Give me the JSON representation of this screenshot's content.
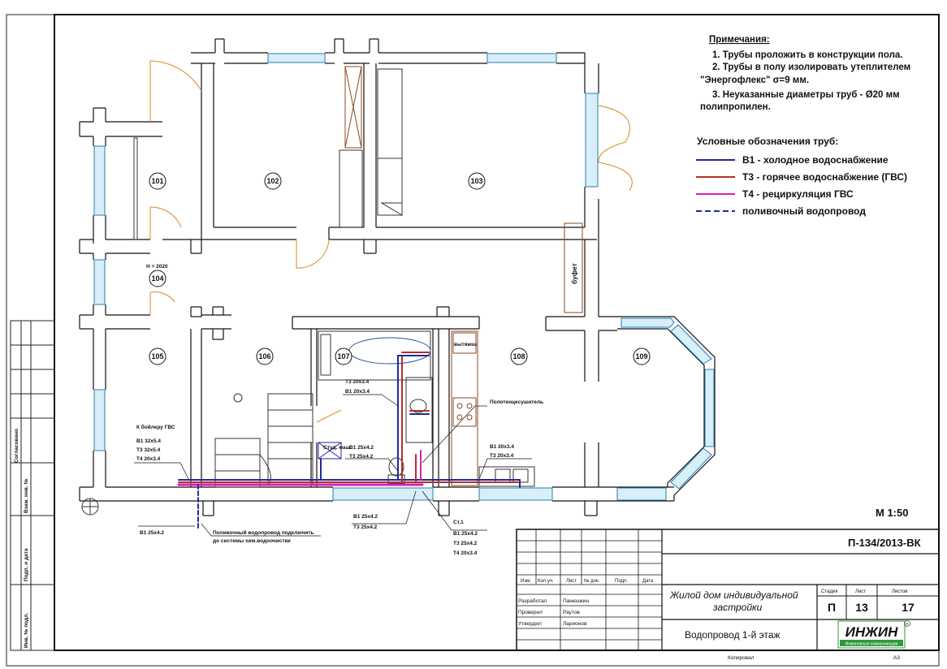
{
  "notes": {
    "title": "Примечания:",
    "lines": [
      "1. Трубы проложить в конструкции пола.",
      "2. Трубы в полу изолировать утеплителем",
      "\"Энергофлекс\" σ=9 мм.",
      "3. Неуказанные диаметры труб - Ø20 мм",
      "полипропилен."
    ]
  },
  "legend": {
    "title": "Условные обозначения  труб:",
    "items": [
      {
        "label": "В1 - холодное водоснабжение",
        "color": "#1f2a9c",
        "style": "solid"
      },
      {
        "label": "Т3 - горячее водоснабжение (ГВС)",
        "color": "#b2302a",
        "style": "solid"
      },
      {
        "label": "Т4 - рециркуляция ГВС",
        "color": "#d81fb4",
        "style": "solid"
      },
      {
        "label": "поливочный водопровод",
        "color": "#1f2a9c",
        "style": "dashed"
      }
    ]
  },
  "rooms": [
    "101",
    "102",
    "103",
    "104",
    "105",
    "106",
    "107",
    "108",
    "109"
  ],
  "plan_labels": {
    "h_mark": "H = 2020",
    "buffet": "буфет",
    "boiler": "К бойлеру ГВС",
    "boiler_pipes": [
      "В1 32х5.4",
      "Т3 32х5.4",
      "Т4 20х3.4"
    ],
    "bath_pipes": [
      "Т3 20х3.4",
      "В1 20х3.4"
    ],
    "wc_pipes": [
      "В1 25х4.2",
      "Т3 25х4.2"
    ],
    "towel": "Полотенцесушитель",
    "kitchen_pipes": [
      "В1 20х3.4",
      "Т3 20х3.4"
    ],
    "lower_pipes": [
      "В1 25х4.2",
      "Т3 25х4.2"
    ],
    "riser": "Ст.1",
    "riser_pipes": [
      "В1 25х4.2",
      "Т3 25х4.2",
      "Т4 20х3.4"
    ],
    "irrigation_pipe": "В1 25х4.2",
    "irrigation_note": [
      "Поливочный водопровод подключить",
      "до системы хим.водоочистки"
    ],
    "stud_label": "Студ. маш.",
    "hood_label": "вытяжка"
  },
  "scale": "М 1:50",
  "left_strip": [
    "Согласовано",
    "Взам. инв. №",
    "Подп. и дата",
    "Инв. № подл."
  ],
  "title_block": {
    "code": "П-134/2013-ВК",
    "header_cells": [
      "Изм.",
      "Кол.уч.",
      "Лист",
      "№ док.",
      "Подп.",
      "Дата"
    ],
    "people": [
      {
        "role": "Разработал",
        "name": "Панюшкин"
      },
      {
        "role": "Проверил",
        "name": "Раутов"
      },
      {
        "role": "Утвердил",
        "name": "Ларионов"
      }
    ],
    "object": [
      "Жилой дом индивидуальной",
      "застройки"
    ],
    "sheet_title": "Водопровод 1-й этаж",
    "stage_label": "Стадия",
    "sheet_label": "Лист",
    "sheets_label": "Листов",
    "stage": "П",
    "sheet": "13",
    "sheets": "17",
    "logo": "ИНЖИН",
    "logo_sub": "Инженерные коммуникации",
    "copied": "Копировал",
    "format": "А3"
  }
}
